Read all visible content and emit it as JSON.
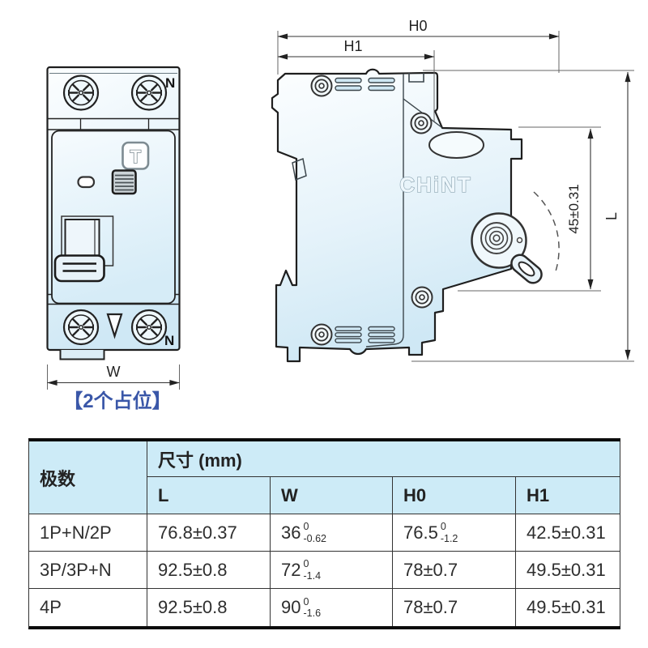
{
  "front_view": {
    "n_top": "N",
    "n_bottom": "N",
    "test_button_label": "T",
    "dim_w": "W",
    "caption": "【2个占位】"
  },
  "side_view": {
    "brand": "CHiNT",
    "dim_h0": "H0",
    "dim_h1": "H1",
    "dim_l": "L",
    "dim_45": "45±0.31"
  },
  "table": {
    "col_pole": "极数",
    "col_size": "尺寸 (mm)",
    "sub_cols": [
      "L",
      "W",
      "H0",
      "H1"
    ],
    "rows": [
      {
        "pole": "1P+N/2P",
        "L": "76.8±0.37",
        "W": {
          "main": "36",
          "sup": "0",
          "sub": "-0.62"
        },
        "H0": {
          "main": "76.5",
          "sup": "0",
          "sub": "-1.2"
        },
        "H1": "42.5±0.31"
      },
      {
        "pole": "3P/3P+N",
        "L": "92.5±0.8",
        "W": {
          "main": "72",
          "sup": "0",
          "sub": "-1.4"
        },
        "H0": "78±0.7",
        "H1": "49.5±0.31"
      },
      {
        "pole": "4P",
        "L": "92.5±0.8",
        "W": {
          "main": "90",
          "sup": "0",
          "sub": "-1.6"
        },
        "H0": "78±0.7",
        "H1": "49.5±0.31"
      }
    ]
  },
  "colors": {
    "caption_blue": "#3a57a8",
    "table_header_bg": "#cdebf7",
    "device_fill_light": "#fbfdff",
    "device_fill_deep": "#cfe8f5",
    "line_dark": "#1e1e1e"
  }
}
